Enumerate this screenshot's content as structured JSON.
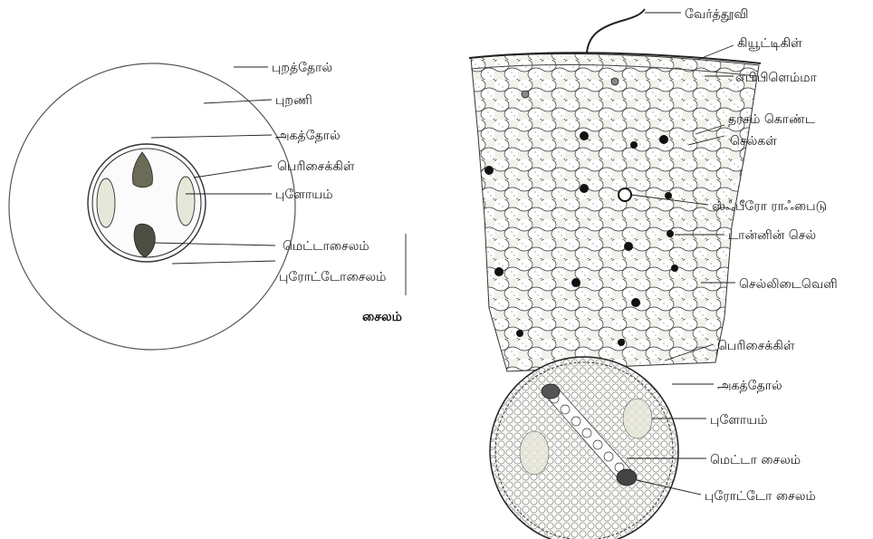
{
  "left_diagram": {
    "labels": {
      "epidermis": "புறத்தோல்",
      "cortex": "புறணி",
      "endodermis": "அகத்தோல்",
      "pericycle": "பெரிசைக்கிள்",
      "phloem": "புளோயம்",
      "metaxylem": "மெட்டாசைலம்",
      "protoxylem": "புரோட்டோசைலம்",
      "xylem": "சைலம்"
    }
  },
  "right_diagram": {
    "labels": {
      "root_hair": "வேர்த்தூவி",
      "cuticle": "கியூட்டிகிள்",
      "epiblema": "எபிபிளெம்மா",
      "starch_cells": [
        "தரசம் கொண்ட",
        "செல்கள்"
      ],
      "sphaeraphides": "ஸ்ஃபீரோ ராஃபைடு",
      "tannin_cell": "டான்னின் செல்",
      "intercellular_space": "செல்லிடைவெளி",
      "pericycle": "பெரிசைக்கிள்",
      "endodermis": "அகத்தோல்",
      "phloem": "புளோயம்",
      "metaxylem": "மெட்டா சைலம்",
      "protoxylem": "புரோட்டோ சைலம்"
    }
  }
}
